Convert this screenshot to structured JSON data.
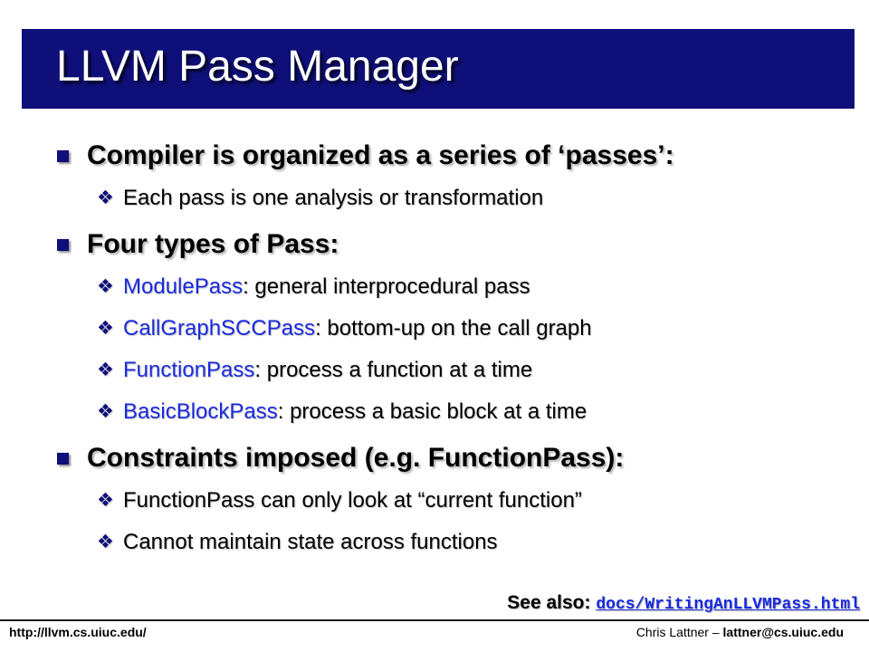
{
  "slide": {
    "title": "LLVM Pass Manager",
    "bullets": [
      {
        "text": "Compiler is organized as a series of ‘passes’:",
        "sub": [
          {
            "text": "Each pass is one analysis or transformation"
          }
        ]
      },
      {
        "text": "Four types of Pass:",
        "sub": [
          {
            "highlight": "ModulePass",
            "rest": ": general interprocedural pass"
          },
          {
            "highlight": "CallGraphSCCPass",
            "rest": ": bottom-up on the call graph"
          },
          {
            "highlight": "FunctionPass",
            "rest": ": process a function at a time"
          },
          {
            "highlight": "BasicBlockPass",
            "rest": ": process a basic block at a time"
          }
        ]
      },
      {
        "text": "Constraints imposed (e.g. FunctionPass):",
        "sub": [
          {
            "text": "FunctionPass can only look at “current function”"
          },
          {
            "text": "Cannot maintain state across functions"
          }
        ]
      }
    ],
    "see_also": {
      "label": "See also: ",
      "link": "docs/WritingAnLLVMPass.html"
    },
    "footer": {
      "url": "http://llvm.cs.uiuc.edu/",
      "author": "Chris Lattner – ",
      "email": "lattner@cs.uiuc.edu"
    }
  },
  "icons": {
    "level1_bullet": "square-bullet-icon",
    "level2_bullet": "diamond-bullet-icon",
    "level2_glyph": "❖"
  },
  "colors": {
    "title_bar": "#0f0f7a",
    "title_text": "#ffffff",
    "highlight": "#1a2ae0",
    "bullet": "#0f0f7a"
  }
}
